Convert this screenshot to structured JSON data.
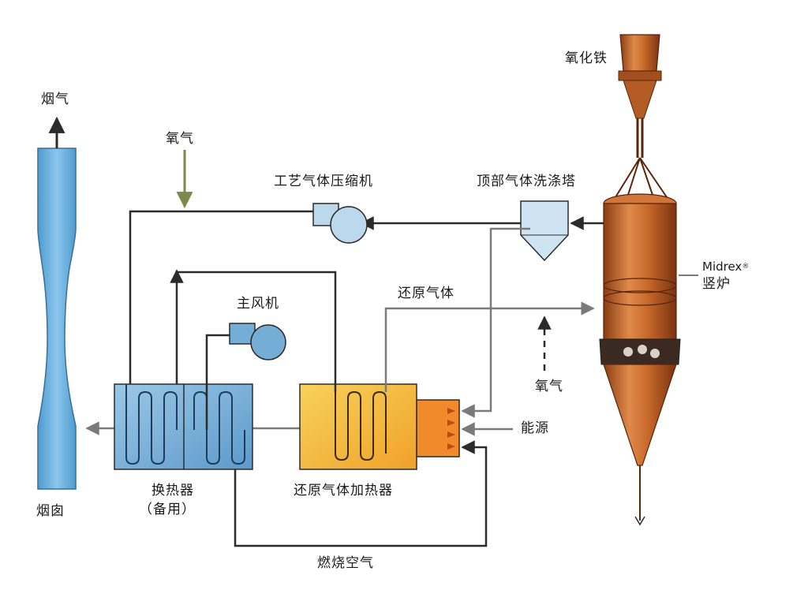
{
  "labels": {
    "iron_oxide": "氧化铁",
    "flue_gas": "烟气",
    "oxygen_top": "氧气",
    "process_gas_compressor": "工艺气体压缩机",
    "top_gas_scrubber": "顶部气体洗涤塔",
    "midrex_brand": "Midrex",
    "midrex_reg": "®",
    "shaft_furnace": "竖炉",
    "main_blower": "主风机",
    "reducing_gas": "还原气体",
    "oxygen_side": "氧气",
    "energy_source": "能源",
    "chimney": "烟囱",
    "heat_exchanger": "换热器",
    "heat_exchanger_note": "（备用）",
    "reducing_gas_heater": "还原气体加热器",
    "combustion_air": "燃烧空气"
  },
  "colors": {
    "line": "#2b2b2b",
    "gray_arrow": "#7a7a7a",
    "oxygen_arrow": "#7b8a4a",
    "chimney_fill": "#6fb3e0",
    "exchanger_fill": "#74aed6",
    "heater_fill": "#f2b93a",
    "burner_fill": "#f08a2a",
    "scrubber_fill": "#cfe4f2",
    "compressor_fill": "#bcd8ec",
    "furnace_fill": "#c4672a"
  }
}
